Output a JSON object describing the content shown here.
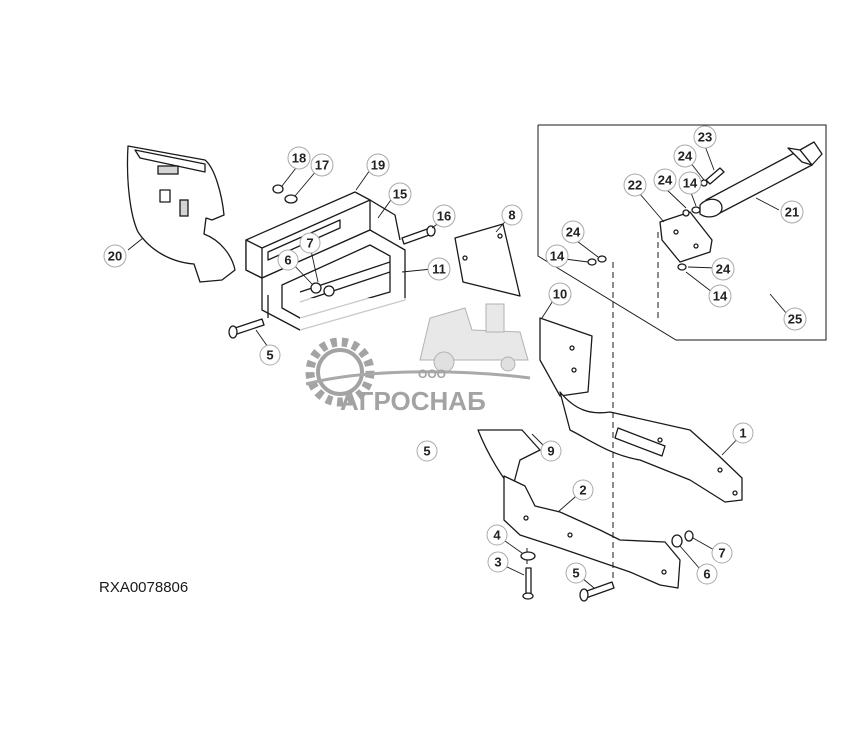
{
  "figure_code": "RXA0078806",
  "watermark": {
    "prefix": "ООО",
    "brand": "АГРОСНАБ",
    "accent_color": "#8c8c8c"
  },
  "callouts": [
    "1",
    "2",
    "3",
    "4",
    "5",
    "5",
    "5",
    "6",
    "6",
    "7",
    "7",
    "8",
    "9",
    "10",
    "11",
    "14",
    "14",
    "14",
    "15",
    "16",
    "17",
    "18",
    "19",
    "20",
    "21",
    "22",
    "23",
    "24",
    "24",
    "24",
    "24",
    "25"
  ]
}
